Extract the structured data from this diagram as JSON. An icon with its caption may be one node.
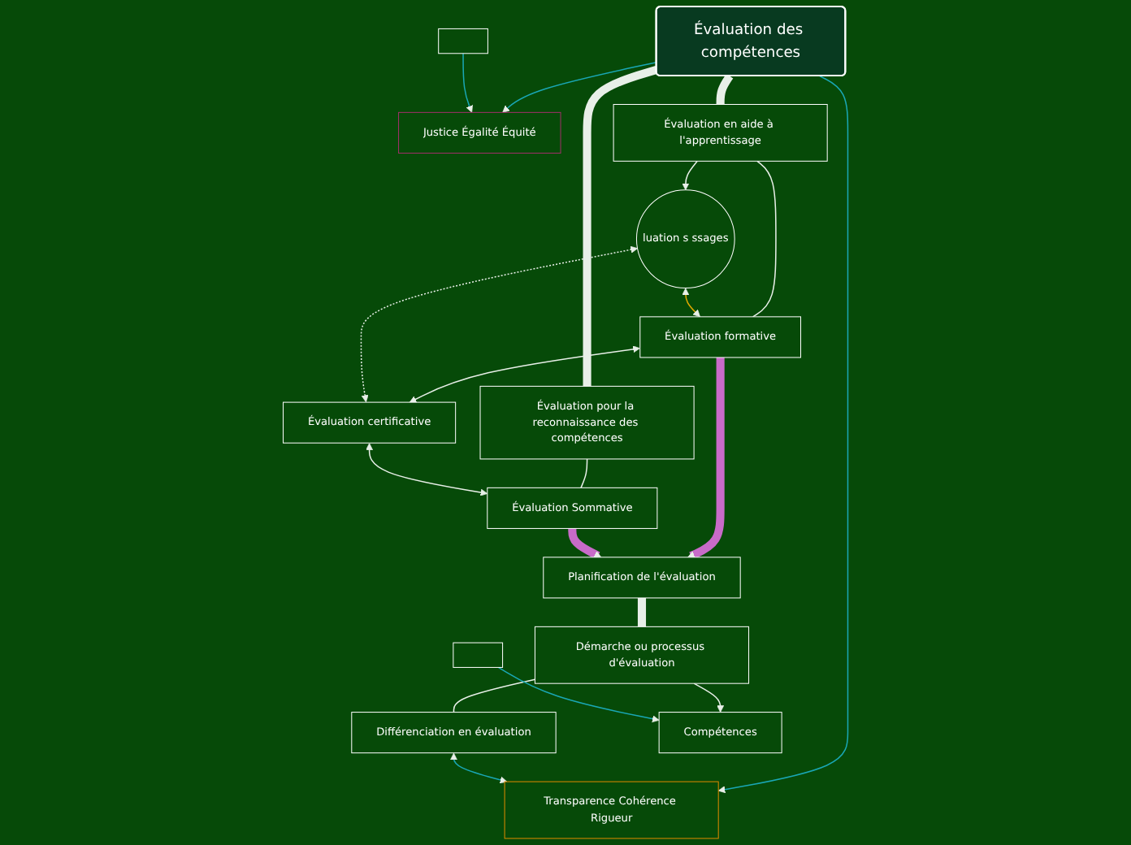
{
  "diagram": {
    "nodes": [
      {
        "text": [
          "Évaluation des compétences"
        ]
      },
      {
        "text": [
          "Justice Égalité Équité"
        ]
      },
      {
        "text": [
          "Transparence Cohérence Rigueur"
        ]
      },
      {
        "text": [
          "luation s ssages"
        ]
      },
      {
        "text": [
          "Évaluation en aide à l'apprentissage"
        ]
      },
      {
        "text": [
          "Évaluation pour la reconnaissance des compétences"
        ]
      },
      {
        "text": [
          "Évaluation formative"
        ]
      },
      {
        "text": [
          "Évaluation certificative"
        ]
      },
      {
        "text": [
          "Évaluation Sommative"
        ]
      },
      {
        "text": [
          "Planification de l'évaluation"
        ]
      },
      {
        "text": [
          "Démarche ou processus d'évaluation"
        ]
      },
      {
        "text": [
          "Différenciation en évaluation"
        ]
      },
      {
        "text": [
          "Compétences"
        ]
      },
      {
        "text": [],
        "shape": "box"
      },
      {
        "text": [],
        "shape": "box"
      }
    ],
    "edges": [
      {
        "from": 0,
        "to": 1,
        "arrow": "to",
        "color": "#1aa7b5"
      },
      {
        "from": 0,
        "to": 2,
        "arrow": "to",
        "color": "#1aa7b5"
      },
      {
        "from": 0,
        "to": 4,
        "arrow": "none",
        "style": "thick"
      },
      {
        "from": 0,
        "to": 5,
        "arrow": "none",
        "style": "thick"
      },
      {
        "from": 4,
        "to": 3,
        "arrow": "to"
      },
      {
        "from": 4,
        "to": 6,
        "arrow": "none"
      },
      {
        "from": 7,
        "to": 3,
        "arrow": "both",
        "style": "dashed"
      },
      {
        "from": 3,
        "to": 6,
        "arrow": "both",
        "color": "#e0a800"
      },
      {
        "from": 6,
        "to": 7,
        "arrow": "both"
      },
      {
        "from": 5,
        "to": 8,
        "arrow": "none"
      },
      {
        "from": 7,
        "to": 8,
        "arrow": "both"
      },
      {
        "from": 6,
        "to": 9,
        "arrow": "to",
        "style": "thick",
        "color": "#c86bc8"
      },
      {
        "from": 8,
        "to": 9,
        "arrow": "to",
        "style": "thick",
        "color": "#c86bc8"
      },
      {
        "from": 9,
        "to": 10,
        "arrow": "none",
        "style": "thick"
      },
      {
        "from": 10,
        "to": 11,
        "arrow": "none"
      },
      {
        "from": 10,
        "to": 12,
        "arrow": "to"
      },
      {
        "from": 11,
        "to": 2,
        "arrow": "both",
        "color": "#1aa7b5"
      },
      {
        "from": 13,
        "to": 1,
        "arrow": "to",
        "color": "#1aa7b5"
      },
      {
        "from": 14,
        "to": 12,
        "arrow": "to",
        "color": "#1aa7b5"
      }
    ]
  }
}
